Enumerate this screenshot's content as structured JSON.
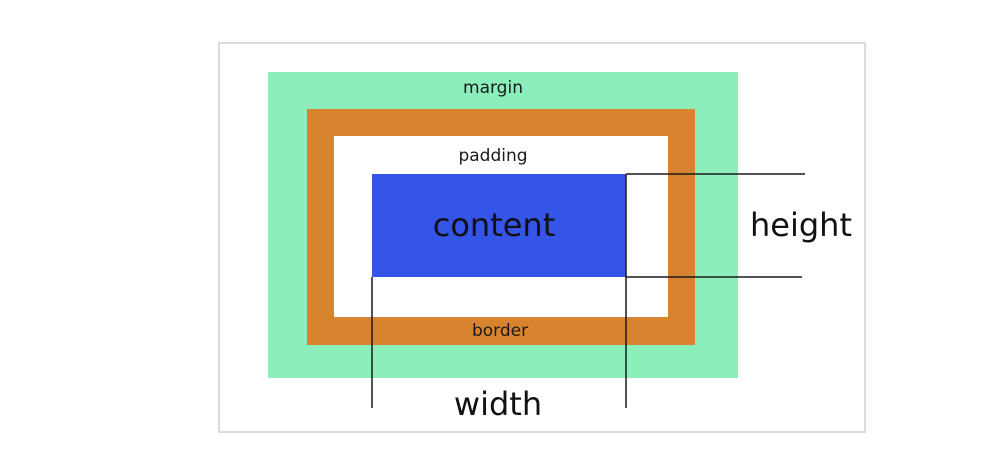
{
  "diagram": {
    "labels": {
      "margin": "margin",
      "border": "border",
      "padding": "padding",
      "content": "content",
      "height": "height",
      "width": "width"
    },
    "colors": {
      "margin": "#8ceebb",
      "border": "#d8842f",
      "padding": "#ffffff",
      "content": "#3554e8",
      "guide_lines": "#1a1a1a",
      "frame": "#dcdcdc"
    }
  }
}
